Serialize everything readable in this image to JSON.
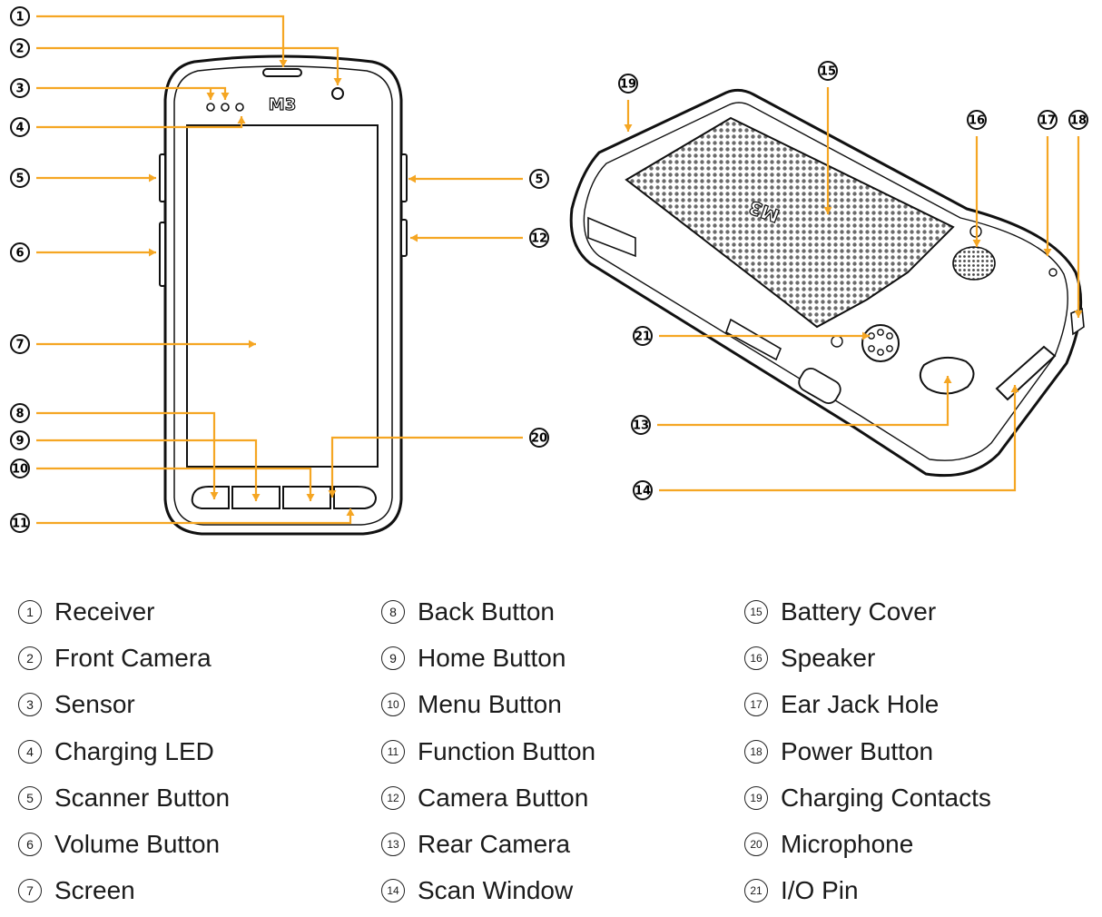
{
  "colors": {
    "arrow": "#F5A623",
    "outline": "#111111",
    "mesh": "#8a8a8a"
  },
  "device_logo": "M3",
  "callouts": [
    {
      "n": "1"
    },
    {
      "n": "2"
    },
    {
      "n": "3"
    },
    {
      "n": "4"
    },
    {
      "n": "5"
    },
    {
      "n": "5"
    },
    {
      "n": "6"
    },
    {
      "n": "7"
    },
    {
      "n": "8"
    },
    {
      "n": "9"
    },
    {
      "n": "10"
    },
    {
      "n": "11"
    },
    {
      "n": "12"
    },
    {
      "n": "20"
    },
    {
      "n": "19"
    },
    {
      "n": "15"
    },
    {
      "n": "16"
    },
    {
      "n": "17"
    },
    {
      "n": "18"
    },
    {
      "n": "21"
    },
    {
      "n": "13"
    },
    {
      "n": "14"
    }
  ],
  "legend": [
    {
      "num": "1",
      "label": "Receiver"
    },
    {
      "num": "2",
      "label": "Front Camera"
    },
    {
      "num": "3",
      "label": "Sensor"
    },
    {
      "num": "4",
      "label": "Charging LED"
    },
    {
      "num": "5",
      "label": "Scanner Button"
    },
    {
      "num": "6",
      "label": "Volume Button"
    },
    {
      "num": "7",
      "label": "Screen"
    },
    {
      "num": "8",
      "label": "Back Button"
    },
    {
      "num": "9",
      "label": "Home Button"
    },
    {
      "num": "10",
      "label": "Menu Button"
    },
    {
      "num": "11",
      "label": "Function Button"
    },
    {
      "num": "12",
      "label": "Camera Button"
    },
    {
      "num": "13",
      "label": "Rear Camera"
    },
    {
      "num": "14",
      "label": "Scan Window"
    },
    {
      "num": "15",
      "label": "Battery Cover"
    },
    {
      "num": "16",
      "label": "Speaker"
    },
    {
      "num": "17",
      "label": "Ear Jack Hole"
    },
    {
      "num": "18",
      "label": "Power Button"
    },
    {
      "num": "19",
      "label": "Charging Contacts"
    },
    {
      "num": "20",
      "label": "Microphone"
    },
    {
      "num": "21",
      "label": "I/O Pin"
    }
  ]
}
